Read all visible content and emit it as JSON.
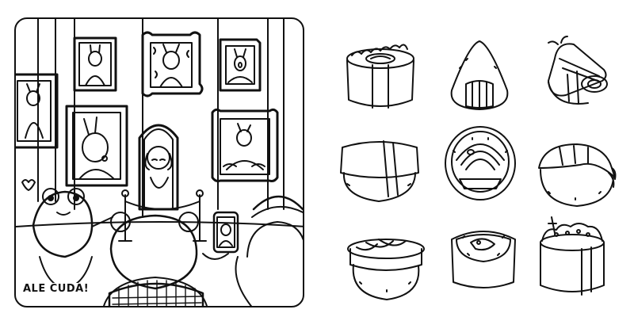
{
  "coloring_page": {
    "caption": "ALE CUDA!",
    "scene": {
      "paintings": [
        "bunny-portrait",
        "bunny-frame-ornate",
        "bunny-scream",
        "bunny-wall-left",
        "bunny-pearl-earring",
        "bunny-birth-of-venus"
      ],
      "characters": [
        "frog",
        "bear",
        "person-with-phone",
        "puppy-statue"
      ]
    }
  },
  "sushi_items": [
    {
      "name": "maki-roll"
    },
    {
      "name": "onigiri"
    },
    {
      "name": "shrimp-nigiri-wrapped"
    },
    {
      "name": "tamago-nigiri"
    },
    {
      "name": "futomaki-cut"
    },
    {
      "name": "ebi-nigiri"
    },
    {
      "name": "salmon-nigiri"
    },
    {
      "name": "hosomaki-shrimp"
    },
    {
      "name": "gunkan-roe"
    }
  ],
  "colors": {
    "line": "#111111",
    "background": "#ffffff"
  }
}
